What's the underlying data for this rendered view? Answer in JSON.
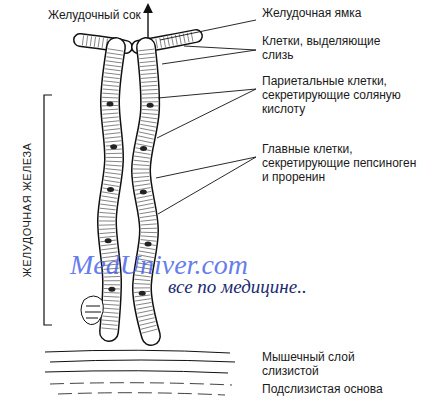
{
  "diagram": {
    "labels": [
      "Желудочный сок",
      "Желудочная ямка",
      "Клетки, выделяющие слизь",
      "Париетальные клетки, секретирующие соляную кислоту",
      "Главные клетки, секретирующие пепсиноген и проренин",
      "ЖЕЛУДОЧНАЯ ЖЕЛЕЗА",
      "Мышечный слой слизистой",
      "Подслизистая основа",
      "MedUniver.com",
      "все по медицине.."
    ]
  }
}
